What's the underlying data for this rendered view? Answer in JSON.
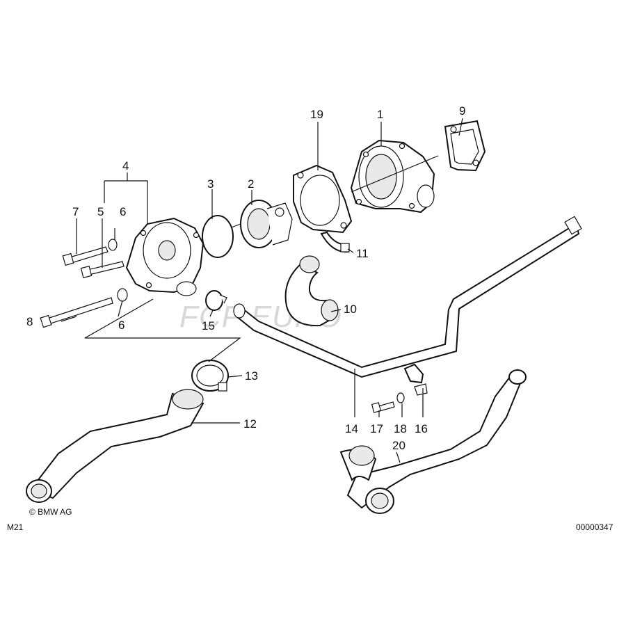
{
  "diagram": {
    "callouts": [
      "1",
      "2",
      "3",
      "4",
      "5",
      "6",
      "6",
      "7",
      "8",
      "9",
      "10",
      "11",
      "12",
      "13",
      "14",
      "15",
      "16",
      "17",
      "18",
      "19",
      "20"
    ],
    "footer": {
      "left_code": "M21",
      "copyright": "© BMW AG",
      "right_code": "00000347"
    },
    "watermark": "FCP EURO"
  }
}
